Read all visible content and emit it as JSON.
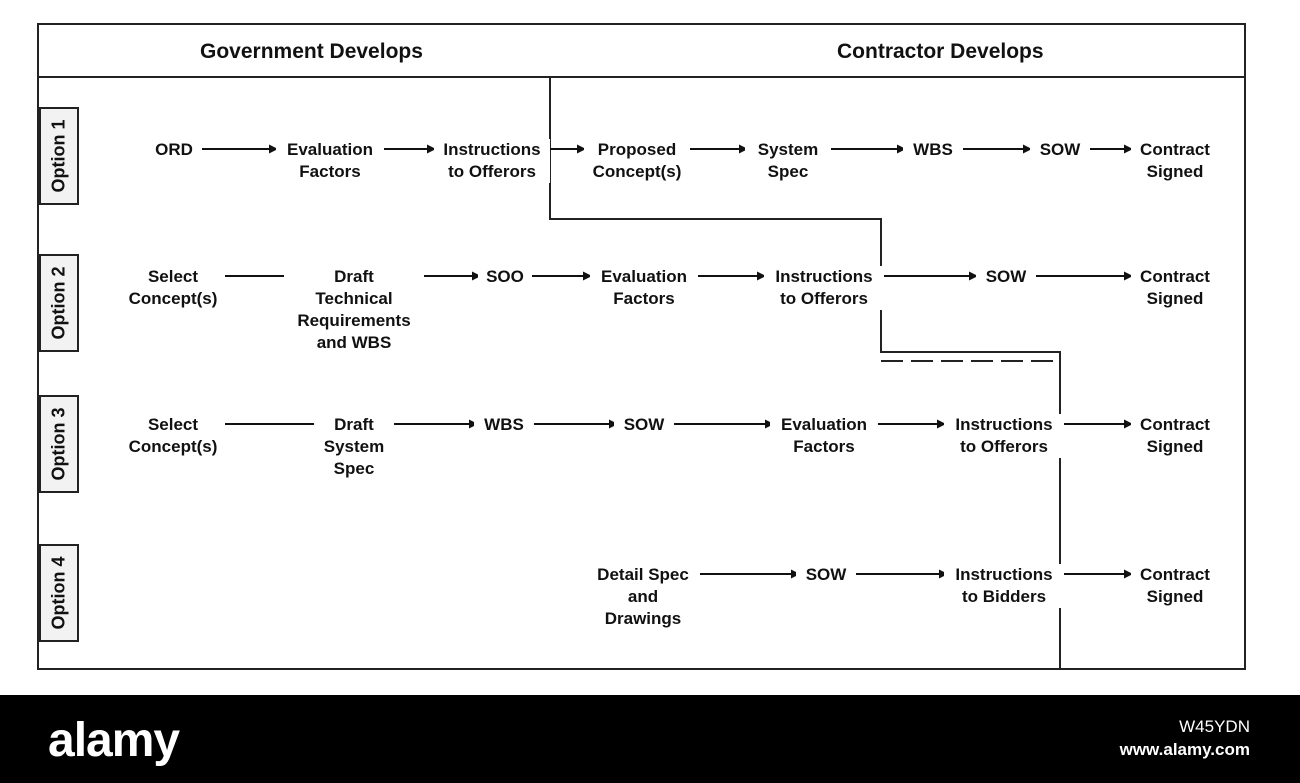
{
  "headers": {
    "government": "Government Develops",
    "contractor": "Contractor Develops"
  },
  "options": [
    "Option 1",
    "Option 2",
    "Option 3",
    "Option 4"
  ],
  "rows": [
    [
      "ORD",
      "Evaluation\nFactors",
      "Instructions\nto Offerors",
      "Proposed\nConcept(s)",
      "System\nSpec",
      "WBS",
      "SOW",
      "Contract\nSigned"
    ],
    [
      "Select\nConcept(s)",
      "Draft\nTechnical\nRequirements\nand WBS",
      "SOO",
      "Evaluation\nFactors",
      "Instructions\nto Offerors",
      "SOW",
      "Contract\nSigned"
    ],
    [
      "Select\nConcept(s)",
      "Draft\nSystem\nSpec",
      "WBS",
      "SOW",
      "Evaluation\nFactors",
      "Instructions\nto Offerors",
      "Contract\nSigned"
    ],
    [
      "Detail Spec\nand\nDrawings",
      "SOW",
      "Instructions\nto Bidders",
      "Contract\nSigned"
    ]
  ],
  "footer": {
    "logo": "alamy",
    "image_id": "W45YDN",
    "site": "www.alamy.com"
  }
}
